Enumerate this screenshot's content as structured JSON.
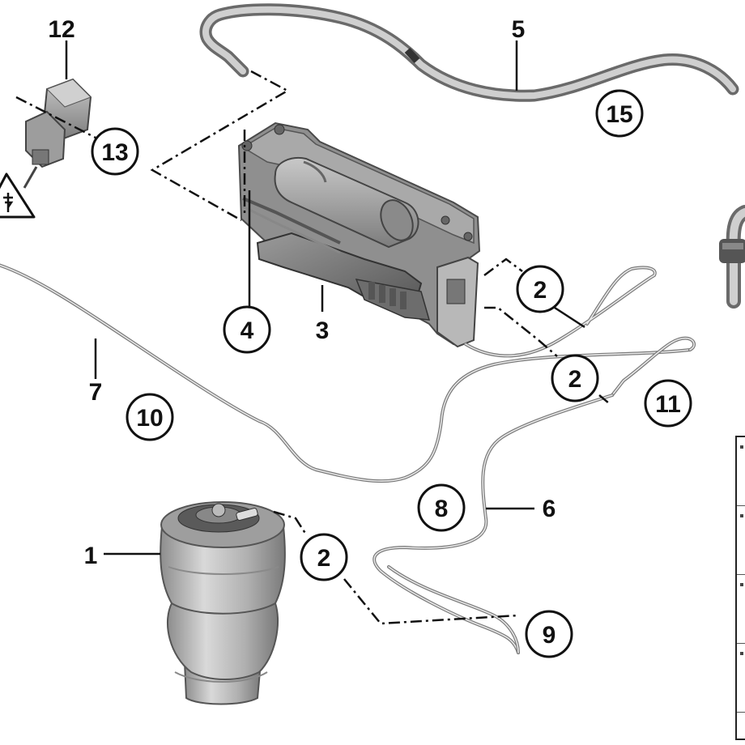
{
  "callouts": {
    "c1": "1",
    "c2a": "2",
    "c2b": "2",
    "c2c": "2",
    "c3": "3",
    "c4": "4",
    "c5": "5",
    "c6": "6",
    "c7": "7",
    "c8": "8",
    "c9": "9",
    "c10": "10",
    "c11": "11",
    "c12": "12",
    "c13": "13",
    "c15": "15"
  },
  "colors": {
    "part_fill": "#b4b4b4",
    "part_shadow": "#7c7c7c",
    "line": "#111111",
    "warning_fill": "#ffffff"
  },
  "icons": {
    "warning": "electrical-warning-icon"
  }
}
